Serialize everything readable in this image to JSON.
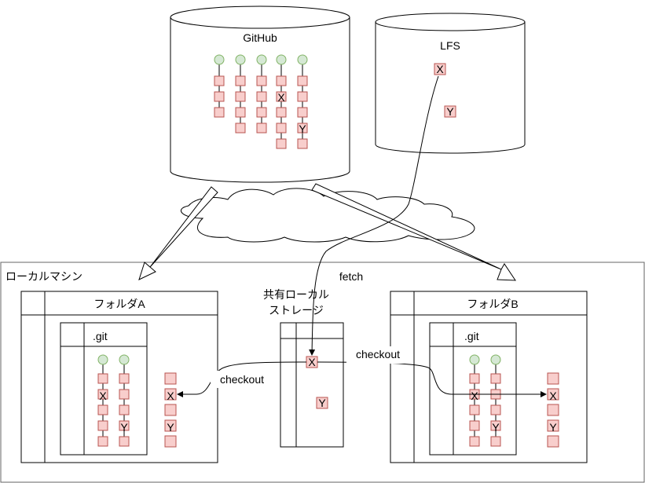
{
  "github": {
    "title": "GitHub"
  },
  "lfs": {
    "title": "LFS",
    "objects": {
      "x": "X",
      "y": "Y"
    }
  },
  "machine": {
    "title": "ローカルマシン"
  },
  "folder_a": {
    "title": "フォルダA",
    "git_label": ".git",
    "commit_markers": {
      "x": "X",
      "y": "Y"
    },
    "worktree_markers": {
      "x": "X",
      "y": "Y"
    }
  },
  "folder_b": {
    "title": "フォルダB",
    "git_label": ".git",
    "commit_markers": {
      "x": "X",
      "y": "Y"
    },
    "worktree_markers": {
      "x": "X",
      "y": "Y"
    }
  },
  "shared_storage": {
    "title_line1": "共有ローカル",
    "title_line2": "ストレージ",
    "objects": {
      "x": "X",
      "y": "Y"
    }
  },
  "repo_markers": {
    "x": "X",
    "y": "Y"
  },
  "labels": {
    "fetch": "fetch",
    "checkout_a": "checkout",
    "checkout_b": "checkout"
  },
  "colors": {
    "commit_fill": "#f8cecc",
    "commit_stroke": "#b85450",
    "ref_fill": "#d5e8d4",
    "ref_stroke": "#82b366",
    "line": "#000000",
    "border": "#666666"
  }
}
